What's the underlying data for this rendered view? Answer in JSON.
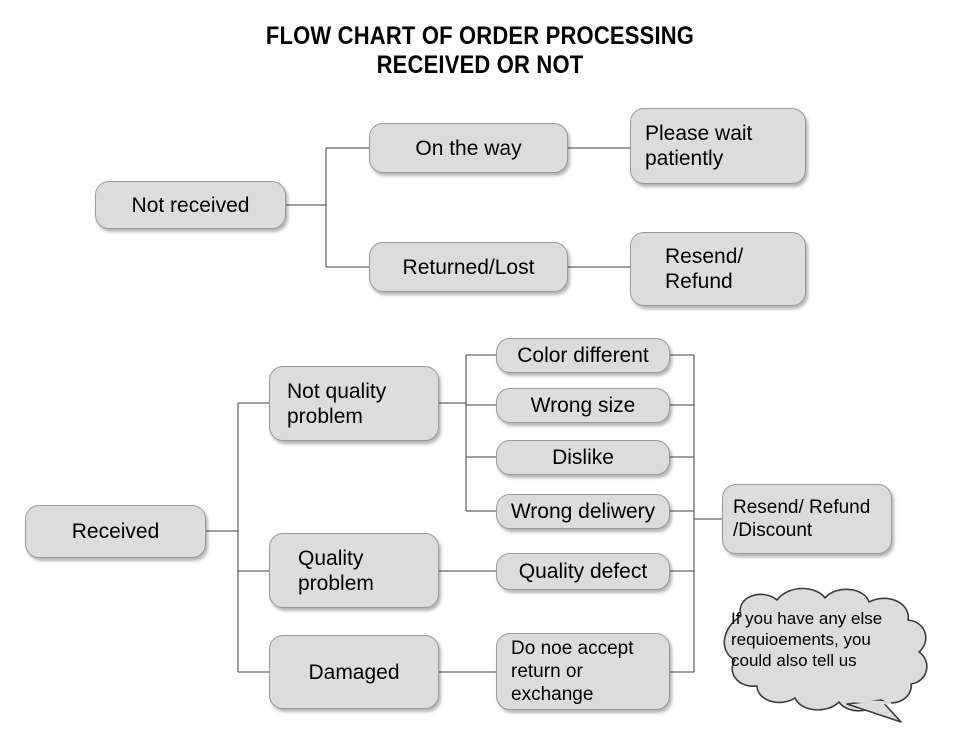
{
  "title": {
    "line1": "FLOW CHART OF ORDER PROCESSING",
    "line2": "RECEIVED OR NOT",
    "text": "FLOW CHART OF ORDER PROCESSING\nRECEIVED OR NOT"
  },
  "colors": {
    "node_fill": "#dcdcdc",
    "node_border": "#9a9a9a",
    "line": "#3c3c3c",
    "background": "#ffffff",
    "text": "#000000"
  },
  "chart_data": {
    "type": "diagram",
    "title": "FLOW CHART OF ORDER PROCESSING RECEIVED OR NOT",
    "nodes": [
      {
        "id": "not-received",
        "label": "Not received"
      },
      {
        "id": "on-the-way",
        "label": "On the way"
      },
      {
        "id": "returned-lost",
        "label": "Returned/Lost"
      },
      {
        "id": "please-wait",
        "label": "Please wait\npatiently"
      },
      {
        "id": "resend-refund",
        "label": "Resend/\nRefund"
      },
      {
        "id": "received",
        "label": "Received"
      },
      {
        "id": "not-quality",
        "label": "Not quality\nproblem"
      },
      {
        "id": "quality",
        "label": "Quality\nproblem"
      },
      {
        "id": "damaged",
        "label": "Damaged"
      },
      {
        "id": "color-different",
        "label": "Color different"
      },
      {
        "id": "wrong-size",
        "label": "Wrong size"
      },
      {
        "id": "dislike",
        "label": "Dislike"
      },
      {
        "id": "wrong-deliwery",
        "label": "Wrong deliwery"
      },
      {
        "id": "quality-defect",
        "label": "Quality defect"
      },
      {
        "id": "do-noe-accept",
        "label": "Do noe accept\nreturn or\nexchange"
      },
      {
        "id": "resend-refund-discount",
        "label": "Resend/ Refund\n/Discount"
      },
      {
        "id": "note-bubble",
        "label": "If you have any else\nrequioements, you\ncould also tell us"
      }
    ],
    "edges": [
      {
        "from": "not-received",
        "to": "on-the-way"
      },
      {
        "from": "not-received",
        "to": "returned-lost"
      },
      {
        "from": "on-the-way",
        "to": "please-wait"
      },
      {
        "from": "returned-lost",
        "to": "resend-refund"
      },
      {
        "from": "received",
        "to": "not-quality"
      },
      {
        "from": "received",
        "to": "quality"
      },
      {
        "from": "received",
        "to": "damaged"
      },
      {
        "from": "not-quality",
        "to": "color-different"
      },
      {
        "from": "not-quality",
        "to": "wrong-size"
      },
      {
        "from": "not-quality",
        "to": "dislike"
      },
      {
        "from": "not-quality",
        "to": "wrong-deliwery"
      },
      {
        "from": "quality",
        "to": "quality-defect"
      },
      {
        "from": "damaged",
        "to": "do-noe-accept"
      },
      {
        "from": "color-different",
        "to": "resend-refund-discount"
      },
      {
        "from": "wrong-size",
        "to": "resend-refund-discount"
      },
      {
        "from": "dislike",
        "to": "resend-refund-discount"
      },
      {
        "from": "wrong-deliwery",
        "to": "resend-refund-discount"
      },
      {
        "from": "quality-defect",
        "to": "resend-refund-discount"
      },
      {
        "from": "do-noe-accept",
        "to": "resend-refund-discount"
      }
    ]
  },
  "nodes": {
    "not_received": "Not received",
    "on_the_way": "On the way",
    "returned_lost": "Returned/Lost",
    "please_wait": "Please wait\npatiently",
    "resend_refund": "Resend/\nRefund",
    "received": "Received",
    "not_quality_problem": "Not quality\nproblem",
    "quality_problem": "Quality\nproblem",
    "damaged": "Damaged",
    "color_different": "Color different",
    "wrong_size": "Wrong size",
    "dislike": "Dislike",
    "wrong_deliwery": "Wrong deliwery",
    "quality_defect": "Quality defect",
    "do_noe_accept": "Do noe accept\nreturn or\nexchange",
    "resend_refund_discount": "Resend/ Refund\n/Discount",
    "note_bubble": "If you have any else\nrequioements, you\ncould also tell us"
  }
}
